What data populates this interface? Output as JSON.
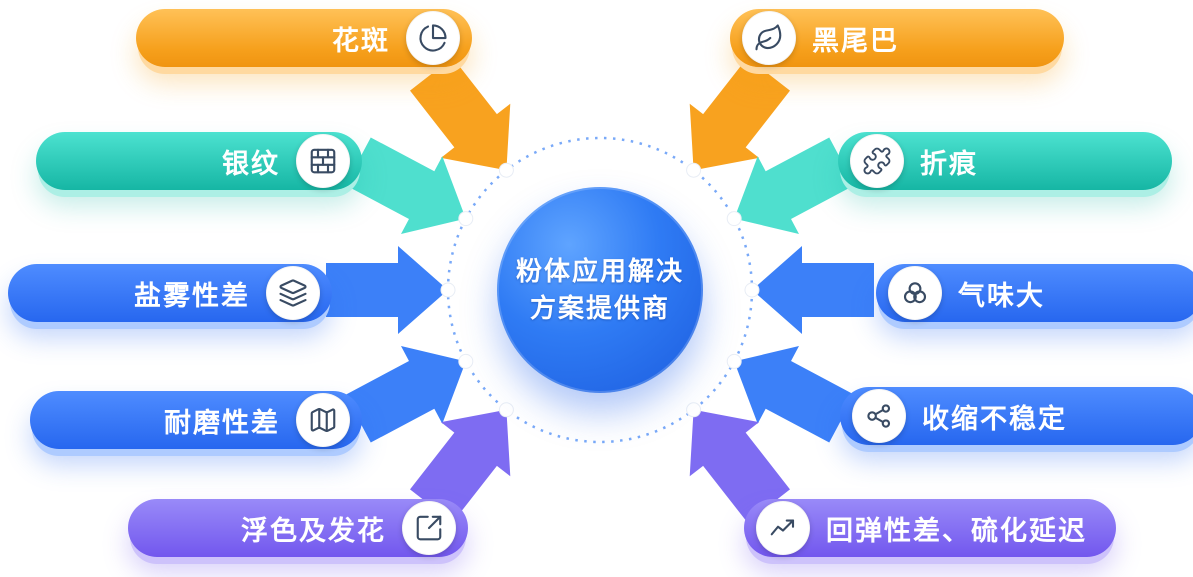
{
  "center": {
    "line1": "粉体应用解决",
    "line2": "方案提供商"
  },
  "items": [
    {
      "id": "huaban",
      "label": "花斑",
      "icon": "pie-chart-icon",
      "group": "orange",
      "side": "left"
    },
    {
      "id": "heiweiba",
      "label": "黑尾巴",
      "icon": "leaf-icon",
      "group": "orange",
      "side": "right"
    },
    {
      "id": "yinwen",
      "label": "银纹",
      "icon": "bricks-icon",
      "group": "teal",
      "side": "left"
    },
    {
      "id": "zhehen",
      "label": "折痕",
      "icon": "puzzle-icon",
      "group": "teal",
      "side": "right"
    },
    {
      "id": "yanwu",
      "label": "盐雾性差",
      "icon": "layers-icon",
      "group": "blue",
      "side": "left"
    },
    {
      "id": "qiwei",
      "label": "气味大",
      "icon": "circles-icon",
      "group": "blue",
      "side": "right"
    },
    {
      "id": "naimo",
      "label": "耐磨性差",
      "icon": "map-icon",
      "group": "blue",
      "side": "left"
    },
    {
      "id": "shousuo",
      "label": "收缩不稳定",
      "icon": "nodes-icon",
      "group": "blue",
      "side": "right"
    },
    {
      "id": "fuse",
      "label": "浮色及发花",
      "icon": "arrow-out-box-icon",
      "group": "purple",
      "side": "left"
    },
    {
      "id": "huitan",
      "label": "回弹性差、硫化延迟",
      "icon": "line-chart-icon",
      "group": "purple",
      "side": "right"
    }
  ],
  "palette": {
    "orange": "#F6A01C",
    "orange_light": "#FFD9A0",
    "teal": "#16B6A4",
    "teal_light": "#ACEFE5",
    "blue": "#2767EF",
    "blue_light": "#AECBFF",
    "purple": "#7257EE",
    "purple_light": "#CDC2FB",
    "center_blue": "#2F7BF4",
    "ring_blue": "#79A9F8",
    "icon_stroke": "#394B63"
  }
}
